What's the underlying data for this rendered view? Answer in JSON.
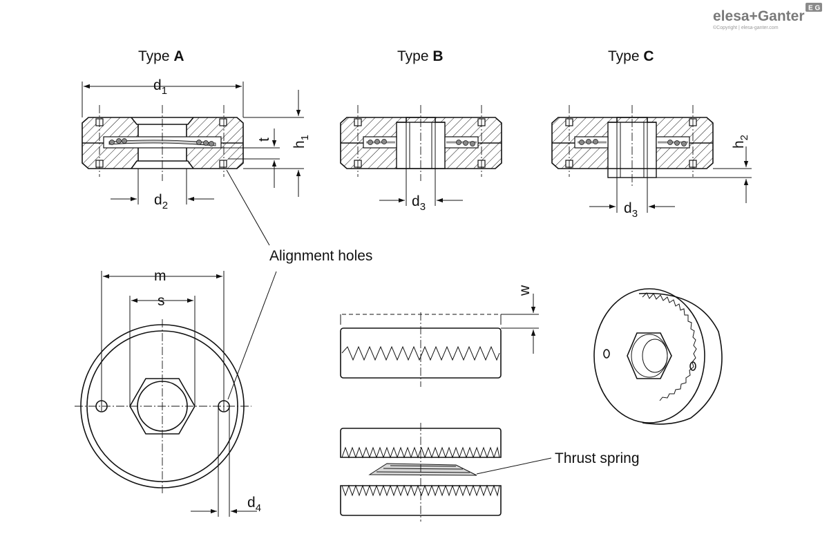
{
  "logo": {
    "brand": "elesa+Ganter",
    "mark": "E G",
    "copyright": "©Copyright | elesa-ganter.com"
  },
  "types": {
    "a_prefix": "Type ",
    "a_letter": "A",
    "b_prefix": "Type ",
    "b_letter": "B",
    "c_prefix": "Type ",
    "c_letter": "C"
  },
  "dimensions": {
    "d1": "d",
    "d1_sub": "1",
    "d2": "d",
    "d2_sub": "2",
    "d3": "d",
    "d3_sub": "3",
    "d3c": "d",
    "d3c_sub": "3",
    "d4": "d",
    "d4_sub": "4",
    "h1": "h",
    "h1_sub": "1",
    "h2": "h",
    "h2_sub": "2",
    "t": "t",
    "m": "m",
    "s": "s",
    "w": "w"
  },
  "callouts": {
    "alignment_holes": "Alignment holes",
    "thrust_spring": "Thrust spring"
  }
}
